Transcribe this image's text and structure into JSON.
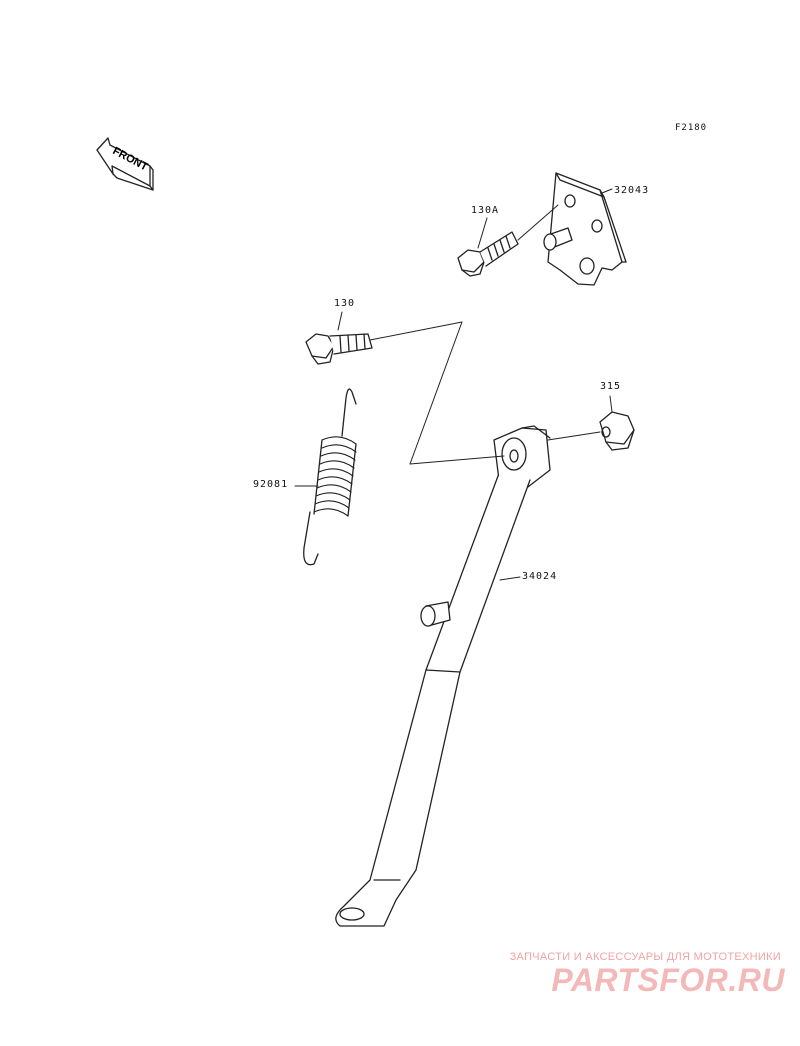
{
  "figure_code": "F2180",
  "orientation_label": "FRONT",
  "parts": {
    "bracket": "32043",
    "bolt_a": "130A",
    "bolt": "130",
    "nut": "315",
    "spring": "92081",
    "side_stand": "34024"
  },
  "watermark": {
    "tagline": "ЗАПЧАСТИ И АКСЕССУАРЫ ДЛЯ МОТОТЕХНИКИ",
    "logo": "PARTSFOR.RU"
  },
  "colors": {
    "line": "#222222",
    "watermark": "#f2a3a3"
  }
}
